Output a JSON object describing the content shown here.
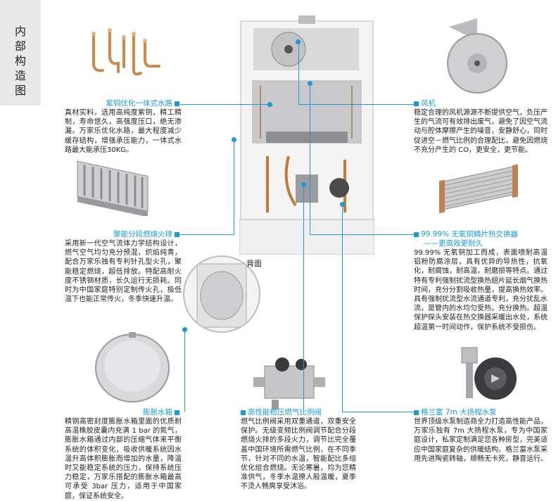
{
  "sidebar": {
    "title": "内部构造图"
  },
  "back_label": "背面",
  "sections": {
    "copper": {
      "title": "紫铜优化一体式水路",
      "text": "真材实料，选用高纯度紫铜，精工精制，寿命悠久，高强度压口，绝无渗漏。万家乐优化水路，最大程度减少缓存结构，增强承压能力，一体式水路最大能承压30KG。"
    },
    "burner": {
      "title": "聚能分段燃烧火排",
      "text": "采用新一代空气流体力学结构设计，燃气空气均匀充分预混，炽焰纯青，配合万家乐独有专利针孔型火孔，聚能稳定燃烧，超低排放。特配高耐火度不锈钢材质，长久运行无损耗。同时为中国家庭特别定制传火孔，极低温下也能正常传火，冬季快速升温。"
    },
    "tank": {
      "title": "膨胀水箱",
      "text": "精钢高密封度膨胀水箱里面的优质耐高温橡胶皮囊内充满 1 bar 的氮气，膨胀水箱通过内部的压缩气体来平衡系统的体积变化，吸收供暖系统因水温升高体积膨胀而增加的水量，降温时又能稳定系统的压力，保持系统压力稳定，万家乐搭配的膨胀水箱最高可承受 3bar 压力，适用于中国家庭，保证系统安全。"
    },
    "valve": {
      "title": "高性能稳压燃气比例阀",
      "text": "燃气比例阀采用双重通道，双重安全保护。无级变频比例阀调节配合分段燃烧火排的多段火力，调节比完全覆盖中国环境所需燃气比例，在不同季节，针对不同的水温，智能配比多组优化组合燃烧。无论寒暑，均为您精准供气，冬季水温撩人般温暖，夏季不烫人畅爽享受沐浴。"
    },
    "fan": {
      "title": "风机",
      "text": "稳定合理的风机源源不断提供空气，负压产生的气流可有效排出废气，避免了因空气流动与腔体摩擦产生的噪音，安静舒心，同时促进空－燃气比例的合理配比，避免因燃烧不充分产生的 CO，更安全，更节能。"
    },
    "exchanger": {
      "title": "99.99% 无氧铜鳞片热交换器",
      "subtitle": "——更高效更耐久",
      "text": "99.99% 无氧铜加工而成，表面喷耐高温铝粉防腐涂层，具有优异的导热性，抗氧化，耐腐蚀，耐高温，耐磨损等特点。通过特有专利强制扰流型换热翅片延长烟气换热时间，充分分割吸收热量，提高换热效率。具有强制扰流型水流通道专利，充分扰乱水流，是管内的水均匀受热，充分换热。超温保护探头安装在热交换器采暖出水处，系统超温第一时间动作，保护系统不受损伤。"
    },
    "pump": {
      "title": "格兰富 7m 大扬程水泵",
      "text": "世界顶级水泵制造商全力打造高性能产品，万家乐独有 7m 大扬程水泵，专为中国家庭设计，私家定制满足您各种房型，完美适应中国家庭复杂的供暖结构。格兰富水泵采用先进陶瓷转轴，顺畅无卡死，静音运行。"
    }
  },
  "colors": {
    "accent": "#1a9ad6",
    "sidebar_bg": "#e9e9ea"
  }
}
